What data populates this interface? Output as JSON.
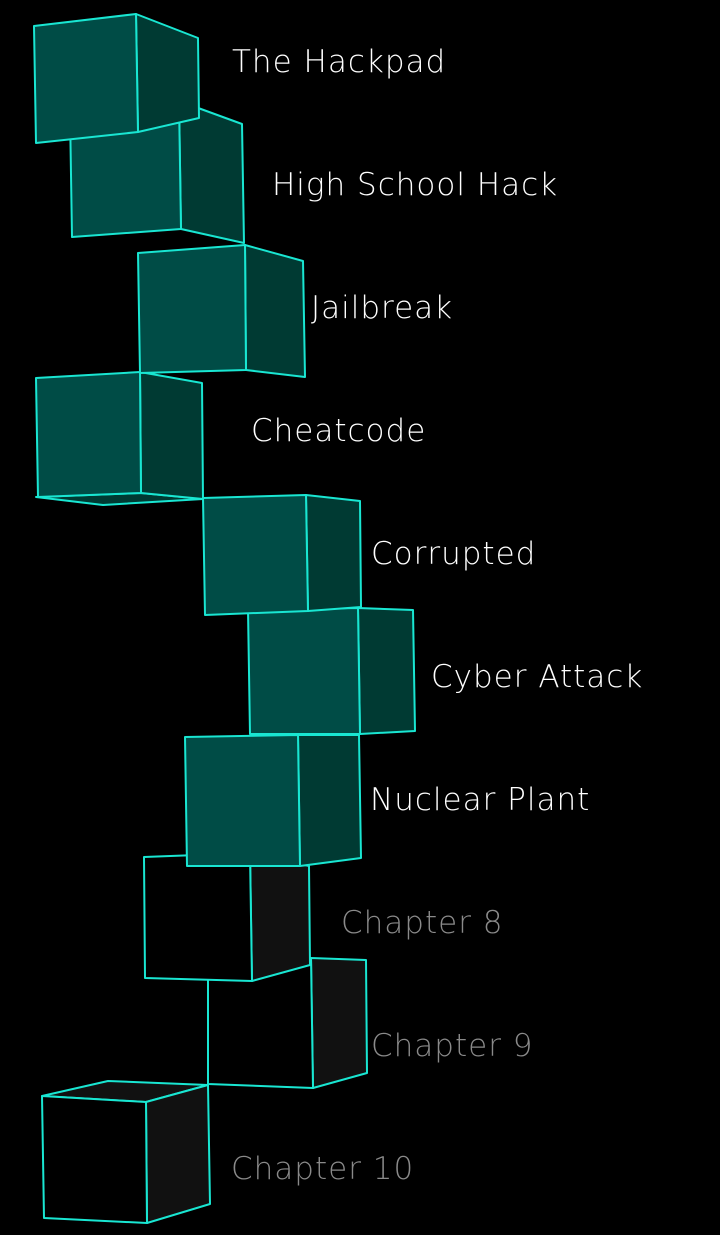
{
  "colors": {
    "background": "#000000",
    "edge": "#19e6d2",
    "unlocked_front": "#004c46",
    "unlocked_side": "#003a33",
    "locked_front": "#000000",
    "locked_side": "#111111",
    "label_unlocked": "#ffffff",
    "label_locked": "#8a8a8a"
  },
  "chapters": [
    {
      "title": "The Hackpad",
      "status": "unlocked"
    },
    {
      "title": "High School Hack",
      "status": "unlocked"
    },
    {
      "title": "Jailbreak",
      "status": "unlocked"
    },
    {
      "title": "Cheatcode",
      "status": "unlocked"
    },
    {
      "title": "Corrupted",
      "status": "unlocked"
    },
    {
      "title": "Cyber Attack",
      "status": "unlocked"
    },
    {
      "title": "Nuclear Plant",
      "status": "unlocked"
    },
    {
      "title": "Chapter 8",
      "status": "locked"
    },
    {
      "title": "Chapter 9",
      "status": "locked"
    },
    {
      "title": "Chapter 10",
      "status": "locked"
    }
  ]
}
